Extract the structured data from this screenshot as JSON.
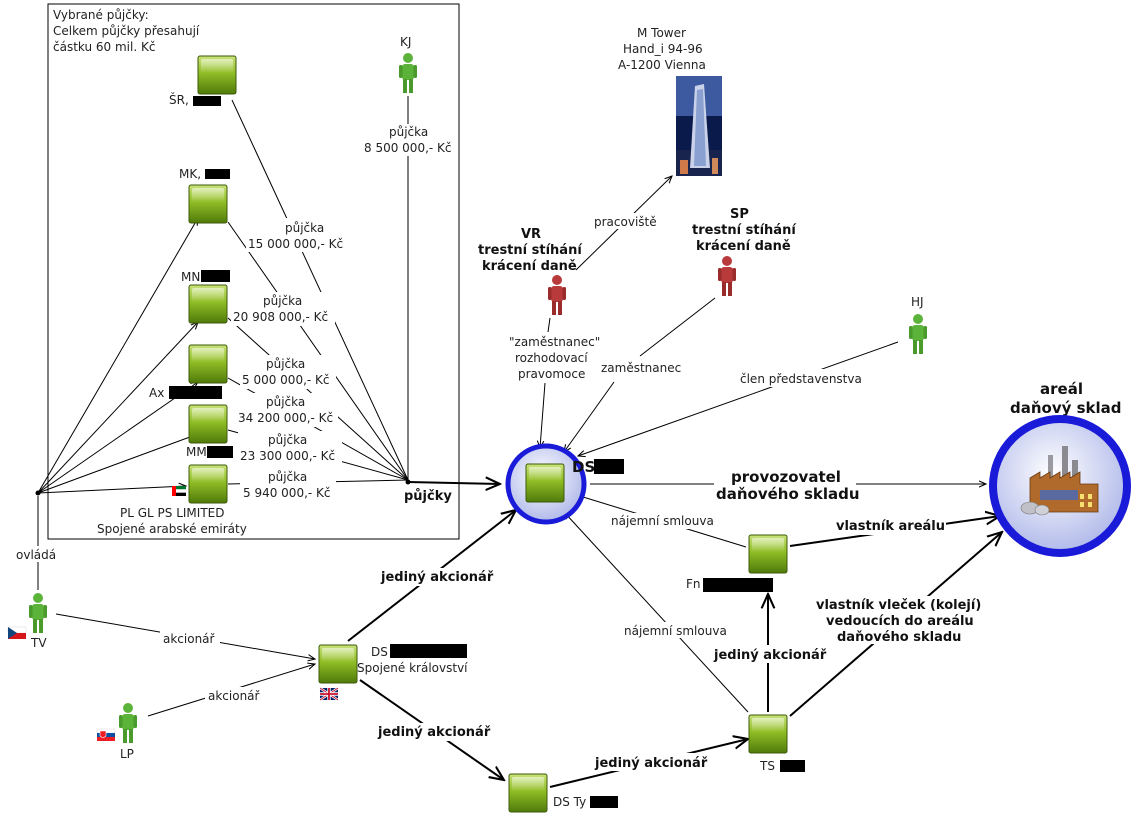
{
  "box": {
    "title_lines": [
      "Vybrané půjčky:",
      "Celkem půjčky přesahují",
      "částku 60 mil. Kč"
    ]
  },
  "entities": {
    "sr": {
      "label": "ŠR,"
    },
    "mk": {
      "label": "MK,"
    },
    "mn": {
      "label": "MN"
    },
    "ax": {
      "label": "Ax"
    },
    "mm": {
      "label": "MM"
    },
    "plgl": {
      "label_lines": [
        "PL GL PS LIMITED",
        "Spojené arabské emiráty"
      ]
    },
    "kj": {
      "label": "KJ"
    },
    "tower": {
      "label_lines": [
        "M Tower",
        "Hand_i 94-96",
        "A-1200 Vienna"
      ]
    },
    "vr": {
      "label_lines": [
        "VR",
        "trestní stíhání",
        "krácení daně"
      ]
    },
    "sp": {
      "label_lines": [
        "SP",
        "trestní stíhání",
        "krácení daně"
      ]
    },
    "hj": {
      "label": "HJ"
    },
    "ds": {
      "label": "DS"
    },
    "areal": {
      "label_lines": [
        "areál",
        "daňový sklad"
      ]
    },
    "fn": {
      "label": "Fn"
    },
    "tv": {
      "label": "TV"
    },
    "lp": {
      "label": "LP"
    },
    "dsuk": {
      "label_lines": [
        "DS",
        "Spojené království"
      ]
    },
    "dsty": {
      "label": "DS Ty"
    },
    "ts": {
      "label": "TS"
    }
  },
  "edges": {
    "loan_kj": [
      "půjčka",
      "8 500 000,- Kč"
    ],
    "loan_sr": [
      "půjčka",
      "15 000 000,- Kč"
    ],
    "loan_mk": [
      "půjčka",
      "20 908 000,- Kč"
    ],
    "loan_mn": [
      "půjčka",
      "5 000 000,- Kč"
    ],
    "loan_ax": [
      "půjčka",
      "34 200 000,- Kč"
    ],
    "loan_mm": [
      "půjčka",
      "23 300 000,- Kč"
    ],
    "loan_pl": [
      "půjčka",
      "5 940 000,- Kč"
    ],
    "pujcky": "půjčky",
    "pracoviste": "pracoviště",
    "vr_ds": [
      "\"zaměstnanec\"",
      "rozhodovací",
      "pravomoce"
    ],
    "sp_ds": "zaměstnanec",
    "hj_ds": "člen představenstva",
    "provozovatel": [
      "provozovatel",
      "daňového skladu"
    ],
    "najem1": "nájemní smlouva",
    "najem2": "nájemní smlouva",
    "vlastnik_arealu": "vlastník areálu",
    "vlecky": [
      "vlastník vleček (kolejí)",
      "vedoucích do areálu",
      "daňového skladu"
    ],
    "jediny_fn": "jediný akcionář",
    "jediny_dsuk_ds": "jediný akcionář",
    "jediny_dsuk_dsty": "jediný akcionář",
    "jediny_dsty_ts": "jediný akcionář",
    "ovlada": "ovládá",
    "akcionar_tv": "akcionář",
    "akcionar_lp": "akcionář"
  },
  "colors": {
    "company_green": "#6e9a12",
    "person_green": "#5cb33a",
    "person_red": "#b83a3a",
    "focus_blue": "#1a1ad9",
    "redaction": "#000000"
  }
}
